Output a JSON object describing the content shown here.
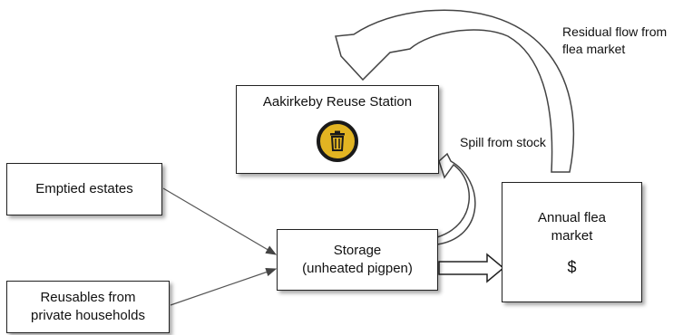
{
  "nodes": {
    "reuse_station": {
      "label": "Aakirkeby Reuse Station",
      "icon": "trash-bin-icon",
      "icon_color": "#e2b422"
    },
    "emptied_estates": {
      "label": "Emptied estates"
    },
    "reusables": {
      "line1": "Reusables from",
      "line2": "private households"
    },
    "storage": {
      "line1": "Storage",
      "line2": "(unheated pigpen)"
    },
    "flea_market": {
      "line1": "Annual flea",
      "line2": "market",
      "symbol": "$"
    }
  },
  "edge_labels": {
    "residual": {
      "line1": "Residual flow from",
      "line2": "flea market"
    },
    "spill": "Spill from stock"
  }
}
